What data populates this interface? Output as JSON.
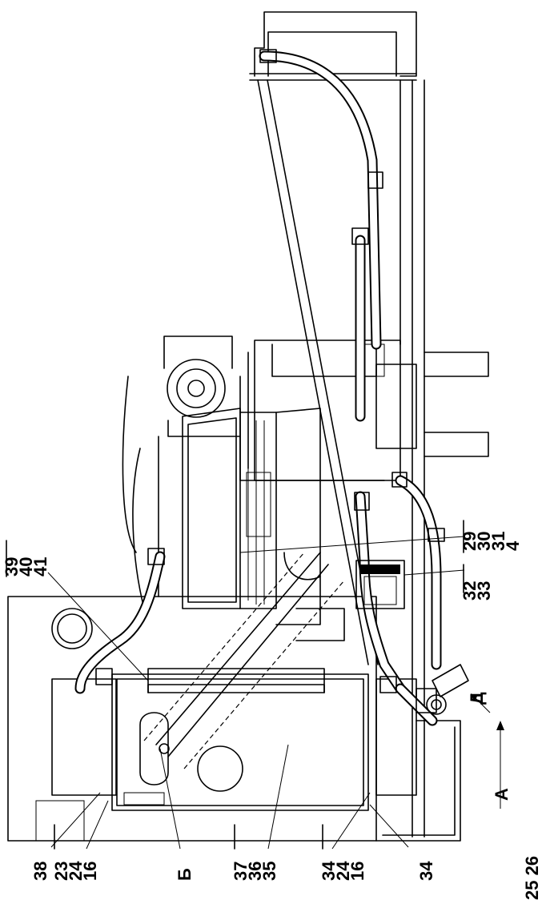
{
  "callouts": {
    "c38": "38",
    "g23": [
      "23",
      "24",
      "16"
    ],
    "b_letter": "Б",
    "g37": [
      "37",
      "36",
      "35"
    ],
    "g34a": [
      "34",
      "24",
      "16"
    ],
    "c34": "34",
    "a_arrow": "А",
    "g25": "25 26",
    "d_arrow": "Д",
    "g32": [
      "32",
      "33"
    ],
    "g29": [
      "29",
      "30",
      "31",
      "4"
    ],
    "g39": [
      "39",
      "40",
      "41"
    ]
  }
}
